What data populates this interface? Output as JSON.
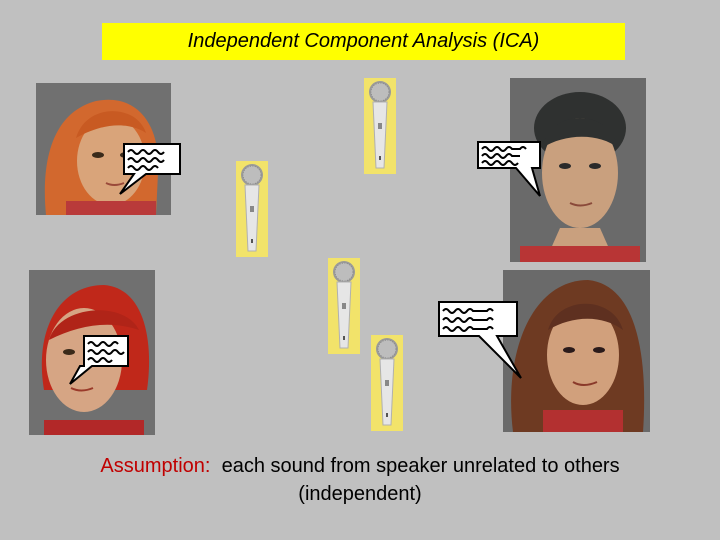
{
  "title": "Independent Component Analysis (ICA)",
  "caption": {
    "label": "Assumption:",
    "text": "each sound from speaker unrelated to others",
    "line2": "(independent)"
  },
  "colors": {
    "background": "#c0c0c0",
    "title_bg": "#ffff00",
    "mic_bg": "#f2e36a",
    "caption_label": "#c00000"
  },
  "speakers": [
    {
      "name": "speaker-top-left",
      "hair": "#d2682e"
    },
    {
      "name": "speaker-top-right",
      "hair": "#2f3130"
    },
    {
      "name": "speaker-bottom-left",
      "hair": "#c0281a"
    },
    {
      "name": "speaker-bottom-right",
      "hair": "#6e3a22"
    }
  ]
}
